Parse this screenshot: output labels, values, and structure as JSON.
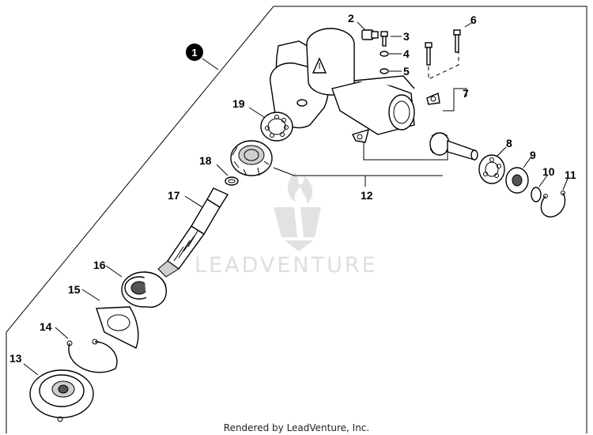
{
  "assembly_badge": "1",
  "callouts": {
    "p2": "2",
    "p3": "3",
    "p4": "4",
    "p5": "5",
    "p6": "6",
    "p7": "7",
    "p8": "8",
    "p9": "9",
    "p10": "10",
    "p11": "11",
    "p12": "12",
    "p13": "13",
    "p14": "14",
    "p15": "15",
    "p16": "16",
    "p17": "17",
    "p18": "18",
    "p19": "19"
  },
  "watermark": "LEADVENTURE",
  "footer": "Rendered by LeadVenture, Inc.",
  "colors": {
    "line": "#000000",
    "watermark": "#dedede",
    "shade": "#cfcfcf"
  }
}
